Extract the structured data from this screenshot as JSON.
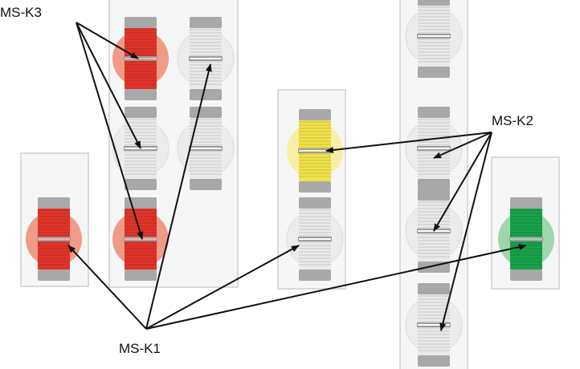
{
  "labels": {
    "ms_k3": "MS-K3",
    "ms_k2": "MS-K2",
    "ms_k1": "MS-K1"
  },
  "colors": {
    "red": "#e0342a",
    "red_halo": "#ef8a73",
    "yellow": "#f0e24a",
    "yellow_halo": "#f7ef95",
    "green": "#17a24a",
    "green_halo": "#8fd0a0",
    "neutral": "#d3d3d3",
    "arrow": "#111111"
  },
  "switches": [
    {
      "id": "a-top",
      "state": "red"
    },
    {
      "id": "b-top",
      "state": "neutral"
    },
    {
      "id": "a-mid",
      "state": "neutral"
    },
    {
      "id": "b-mid",
      "state": "neutral"
    },
    {
      "id": "a-bot",
      "state": "red"
    },
    {
      "id": "left",
      "state": "red"
    },
    {
      "id": "c-top",
      "state": "yellow"
    },
    {
      "id": "c-bot",
      "state": "neutral"
    },
    {
      "id": "d-1",
      "state": "neutral"
    },
    {
      "id": "d-2",
      "state": "neutral"
    },
    {
      "id": "d-3",
      "state": "neutral"
    },
    {
      "id": "d-4",
      "state": "neutral"
    },
    {
      "id": "right",
      "state": "green"
    }
  ]
}
